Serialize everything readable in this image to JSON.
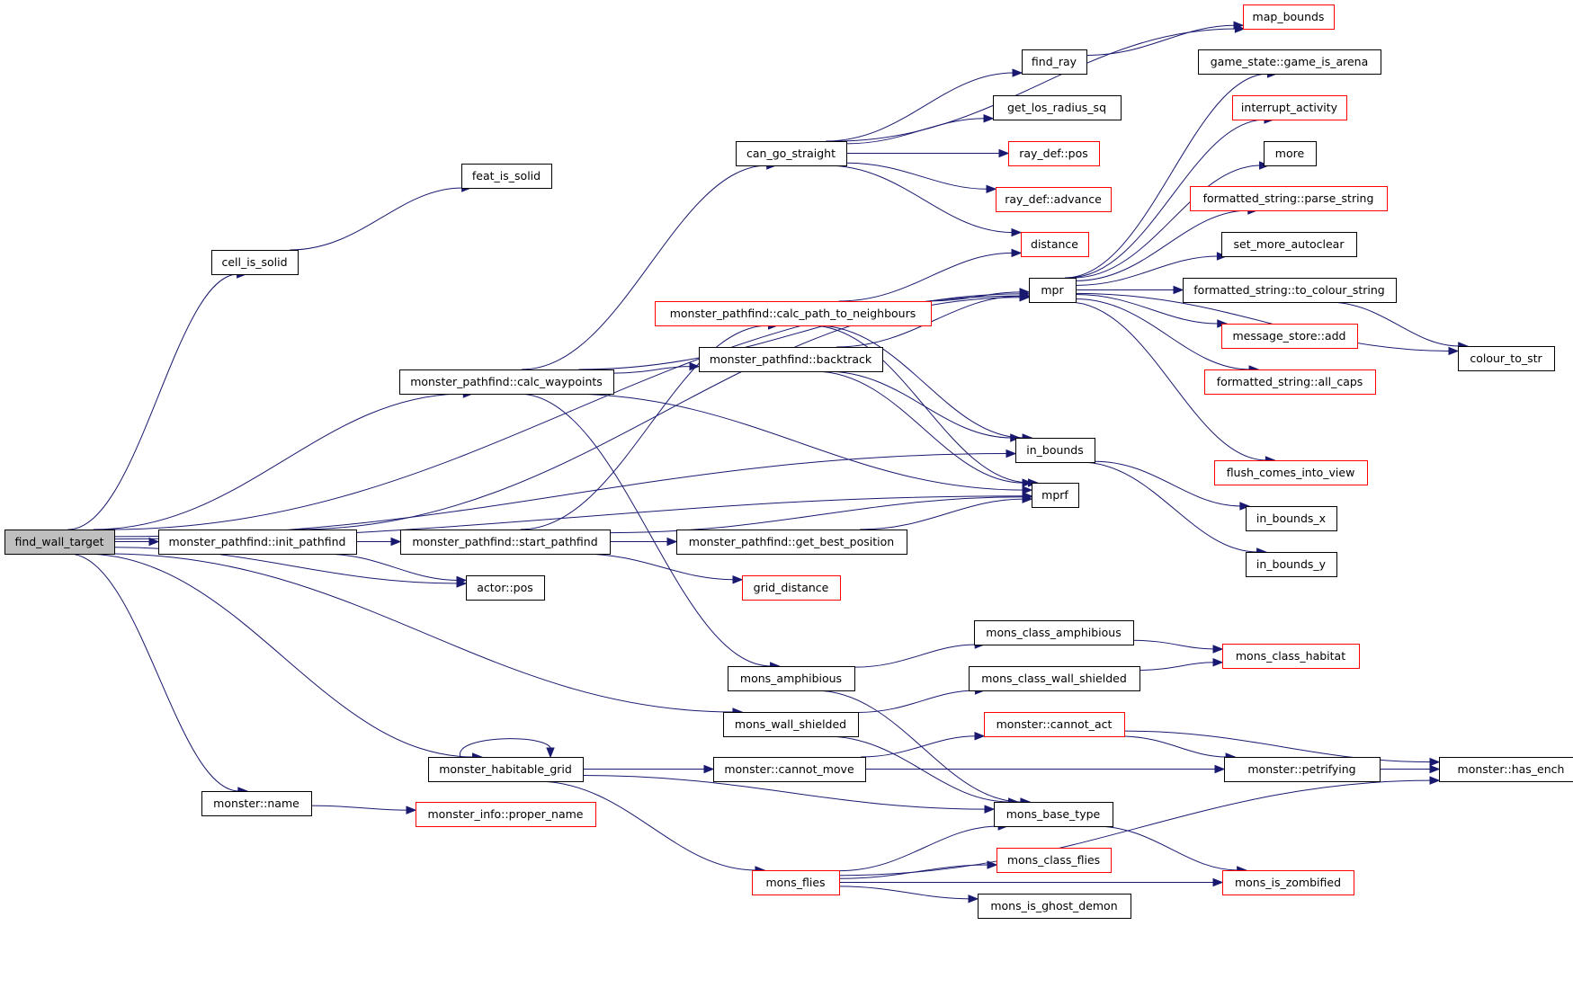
{
  "colors": {
    "edge": "#191970",
    "normal_border": "#000000",
    "link_border": "#ff0000",
    "root_fill": "#bfbfbf"
  },
  "nodes": [
    {
      "id": "find_wall_target",
      "label": "find_wall_target",
      "style": "root"
    },
    {
      "id": "cell_is_solid",
      "label": "cell_is_solid",
      "style": "black"
    },
    {
      "id": "feat_is_solid",
      "label": "feat_is_solid",
      "style": "black"
    },
    {
      "id": "calc_waypoints",
      "label": "monster_pathfind::calc_waypoints",
      "style": "black"
    },
    {
      "id": "can_go_straight",
      "label": "can_go_straight",
      "style": "black"
    },
    {
      "id": "find_ray",
      "label": "find_ray",
      "style": "black"
    },
    {
      "id": "map_bounds",
      "label": "map_bounds",
      "style": "red"
    },
    {
      "id": "get_los_radius_sq",
      "label": "get_los_radius_sq",
      "style": "black"
    },
    {
      "id": "ray_def_pos",
      "label": "ray_def::pos",
      "style": "red"
    },
    {
      "id": "ray_def_advance",
      "label": "ray_def::advance",
      "style": "red"
    },
    {
      "id": "distance",
      "label": "distance",
      "style": "red"
    },
    {
      "id": "calc_path",
      "label": "monster_pathfind::calc_path_to_neighbours",
      "style": "red"
    },
    {
      "id": "backtrack",
      "label": "monster_pathfind::backtrack",
      "style": "black"
    },
    {
      "id": "mpr",
      "label": "mpr",
      "style": "black"
    },
    {
      "id": "game_is_arena",
      "label": "game_state::game_is_arena",
      "style": "black"
    },
    {
      "id": "interrupt_activity",
      "label": "interrupt_activity",
      "style": "red"
    },
    {
      "id": "more",
      "label": "more",
      "style": "black"
    },
    {
      "id": "parse_string",
      "label": "formatted_string::parse_string",
      "style": "red"
    },
    {
      "id": "set_more_autoclear",
      "label": "set_more_autoclear",
      "style": "black"
    },
    {
      "id": "to_colour_string",
      "label": "formatted_string::to_colour_string",
      "style": "black"
    },
    {
      "id": "message_store_add",
      "label": "message_store::add",
      "style": "red"
    },
    {
      "id": "all_caps",
      "label": "formatted_string::all_caps",
      "style": "red"
    },
    {
      "id": "colour_to_str",
      "label": "colour_to_str",
      "style": "black"
    },
    {
      "id": "flush_comes_into_view",
      "label": "flush_comes_into_view",
      "style": "red"
    },
    {
      "id": "in_bounds",
      "label": "in_bounds",
      "style": "black"
    },
    {
      "id": "mprf",
      "label": "mprf",
      "style": "black"
    },
    {
      "id": "in_bounds_x",
      "label": "in_bounds_x",
      "style": "black"
    },
    {
      "id": "in_bounds_y",
      "label": "in_bounds_y",
      "style": "black"
    },
    {
      "id": "init_pathfind",
      "label": "monster_pathfind::init_pathfind",
      "style": "black"
    },
    {
      "id": "start_pathfind",
      "label": "monster_pathfind::start_pathfind",
      "style": "black"
    },
    {
      "id": "get_best_position",
      "label": "monster_pathfind::get_best_position",
      "style": "black"
    },
    {
      "id": "actor_pos",
      "label": "actor::pos",
      "style": "black"
    },
    {
      "id": "grid_distance",
      "label": "grid_distance",
      "style": "red"
    },
    {
      "id": "mons_amphibious",
      "label": "mons_amphibious",
      "style": "black"
    },
    {
      "id": "mons_class_amphibious",
      "label": "mons_class_amphibious",
      "style": "black"
    },
    {
      "id": "mons_class_habitat",
      "label": "mons_class_habitat",
      "style": "red"
    },
    {
      "id": "mons_class_wall_shielded",
      "label": "mons_class_wall_shielded",
      "style": "black"
    },
    {
      "id": "mons_wall_shielded",
      "label": "mons_wall_shielded",
      "style": "black"
    },
    {
      "id": "cannot_act",
      "label": "monster::cannot_act",
      "style": "red"
    },
    {
      "id": "has_ench",
      "label": "monster::has_ench",
      "style": "black"
    },
    {
      "id": "habitable_grid",
      "label": "monster_habitable_grid",
      "style": "black"
    },
    {
      "id": "cannot_move",
      "label": "monster::cannot_move",
      "style": "black"
    },
    {
      "id": "petrifying",
      "label": "monster::petrifying",
      "style": "black"
    },
    {
      "id": "monster_name",
      "label": "monster::name",
      "style": "black"
    },
    {
      "id": "proper_name",
      "label": "monster_info::proper_name",
      "style": "red"
    },
    {
      "id": "mons_base_type",
      "label": "mons_base_type",
      "style": "black"
    },
    {
      "id": "mons_flies",
      "label": "mons_flies",
      "style": "red"
    },
    {
      "id": "mons_class_flies",
      "label": "mons_class_flies",
      "style": "red"
    },
    {
      "id": "mons_is_zombified",
      "label": "mons_is_zombified",
      "style": "red"
    },
    {
      "id": "mons_is_ghost_demon",
      "label": "mons_is_ghost_demon",
      "style": "black"
    }
  ],
  "edges": [
    [
      "find_wall_target",
      "cell_is_solid"
    ],
    [
      "cell_is_solid",
      "feat_is_solid"
    ],
    [
      "find_wall_target",
      "calc_waypoints"
    ],
    [
      "find_wall_target",
      "mpr"
    ],
    [
      "find_wall_target",
      "in_bounds"
    ],
    [
      "find_wall_target",
      "mprf"
    ],
    [
      "find_wall_target",
      "init_pathfind"
    ],
    [
      "find_wall_target",
      "actor_pos"
    ],
    [
      "find_wall_target",
      "mons_wall_shielded"
    ],
    [
      "find_wall_target",
      "habitable_grid"
    ],
    [
      "find_wall_target",
      "monster_name"
    ],
    [
      "calc_waypoints",
      "can_go_straight"
    ],
    [
      "calc_waypoints",
      "backtrack"
    ],
    [
      "calc_waypoints",
      "mpr"
    ],
    [
      "calc_waypoints",
      "mprf"
    ],
    [
      "calc_waypoints",
      "mons_amphibious"
    ],
    [
      "can_go_straight",
      "map_bounds"
    ],
    [
      "can_go_straight",
      "find_ray"
    ],
    [
      "can_go_straight",
      "get_los_radius_sq"
    ],
    [
      "can_go_straight",
      "ray_def_pos"
    ],
    [
      "can_go_straight",
      "ray_def_advance"
    ],
    [
      "can_go_straight",
      "distance"
    ],
    [
      "find_ray",
      "map_bounds"
    ],
    [
      "calc_path",
      "distance"
    ],
    [
      "calc_path",
      "mpr"
    ],
    [
      "calc_path",
      "in_bounds"
    ],
    [
      "calc_path",
      "mprf"
    ],
    [
      "backtrack",
      "mpr"
    ],
    [
      "backtrack",
      "in_bounds"
    ],
    [
      "backtrack",
      "mprf"
    ],
    [
      "mpr",
      "game_is_arena"
    ],
    [
      "mpr",
      "interrupt_activity"
    ],
    [
      "mpr",
      "more"
    ],
    [
      "mpr",
      "parse_string"
    ],
    [
      "mpr",
      "set_more_autoclear"
    ],
    [
      "mpr",
      "to_colour_string"
    ],
    [
      "mpr",
      "message_store_add"
    ],
    [
      "mpr",
      "all_caps"
    ],
    [
      "mpr",
      "colour_to_str"
    ],
    [
      "mpr",
      "flush_comes_into_view"
    ],
    [
      "to_colour_string",
      "colour_to_str"
    ],
    [
      "in_bounds",
      "in_bounds_x"
    ],
    [
      "in_bounds",
      "in_bounds_y"
    ],
    [
      "init_pathfind",
      "mpr"
    ],
    [
      "init_pathfind",
      "start_pathfind"
    ],
    [
      "init_pathfind",
      "actor_pos"
    ],
    [
      "start_pathfind",
      "calc_path"
    ],
    [
      "start_pathfind",
      "get_best_position"
    ],
    [
      "start_pathfind",
      "grid_distance"
    ],
    [
      "start_pathfind",
      "mprf"
    ],
    [
      "get_best_position",
      "mprf"
    ],
    [
      "mons_amphibious",
      "mons_class_amphibious"
    ],
    [
      "mons_amphibious",
      "mons_base_type"
    ],
    [
      "mons_class_amphibious",
      "mons_class_habitat"
    ],
    [
      "mons_class_wall_shielded",
      "mons_class_habitat"
    ],
    [
      "mons_wall_shielded",
      "mons_class_wall_shielded"
    ],
    [
      "mons_wall_shielded",
      "mons_base_type"
    ],
    [
      "habitable_grid",
      "habitable_grid"
    ],
    [
      "habitable_grid",
      "cannot_move"
    ],
    [
      "habitable_grid",
      "mons_base_type"
    ],
    [
      "habitable_grid",
      "mons_flies"
    ],
    [
      "cannot_move",
      "cannot_act"
    ],
    [
      "cannot_move",
      "petrifying"
    ],
    [
      "cannot_act",
      "petrifying"
    ],
    [
      "cannot_act",
      "has_ench"
    ],
    [
      "petrifying",
      "has_ench"
    ],
    [
      "monster_name",
      "proper_name"
    ],
    [
      "mons_base_type",
      "mons_is_zombified"
    ],
    [
      "mons_flies",
      "mons_base_type"
    ],
    [
      "mons_flies",
      "mons_class_flies"
    ],
    [
      "mons_flies",
      "mons_is_ghost_demon"
    ],
    [
      "mons_flies",
      "mons_is_zombified"
    ],
    [
      "mons_flies",
      "has_ench"
    ]
  ]
}
